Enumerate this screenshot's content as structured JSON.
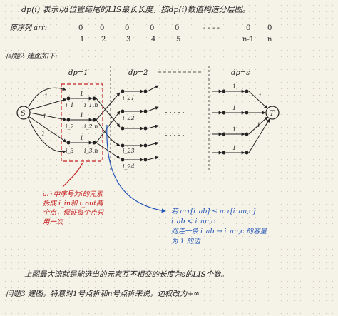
{
  "title_line": "dp(i) 表示以i位置结尾的LIS最长长度，按dp(i)数值构造分层图。",
  "original_array_label": "原序列 arr:",
  "array_indices": [
    "0",
    "0",
    "0",
    "0",
    "0",
    "- - - -",
    "0",
    "0"
  ],
  "array_index_labels": [
    "1",
    "2",
    "3",
    "4",
    "5",
    "n-1",
    "n"
  ],
  "question2_label": "问题2 建图如下:",
  "layer_labels": [
    "dp=1",
    "dp=2",
    "dp=s"
  ],
  "source_label": "S",
  "sink_label": "T",
  "node_labels": {
    "in1": "i_1",
    "in2": "i_2",
    "in3": "i_3",
    "out1": "i_1,n",
    "out2": "i_2,n",
    "out3": "i_3,n",
    "d2a": "i_21",
    "d2b": "i_22",
    "d2c": "i_23",
    "d2d": "i_24"
  },
  "edge_capacity": "1",
  "red_note_lines": [
    "arr中序号为i的元素",
    "拆成 i_in和 i_out两",
    "个点，保证每个点只",
    "用一次"
  ],
  "blue_note_lines": [
    "若 arr[i_ab] ≤ arr[i_an,c]",
    "    i_ab < i_an,c",
    "则连一条 i_ab → i_an,c 的容量",
    "为 1 的边"
  ],
  "conclusion": "上图最大流就是能选出的元素互不相交的长度为s的LIS个数。",
  "question3_label": "问题3 建图，特意对1号点拆和n号点拆来说，边权改为+∞",
  "colors": {
    "ink": "#222222",
    "red": "#c62020",
    "blue": "#2456b8",
    "paper": "#f5f2e8"
  }
}
